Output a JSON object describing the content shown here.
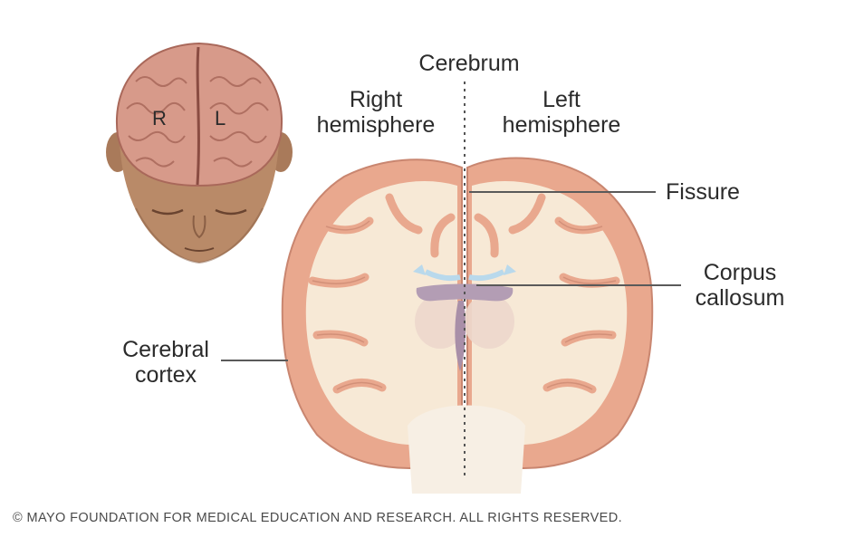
{
  "labels": {
    "cerebrum": "Cerebrum",
    "right_hemisphere": [
      "Right",
      "hemisphere"
    ],
    "left_hemisphere": [
      "Left",
      "hemisphere"
    ],
    "fissure": "Fissure",
    "corpus_callosum": [
      "Corpus",
      "callosum"
    ],
    "cerebral_cortex": [
      "Cerebral",
      "cortex"
    ],
    "head_right": "R",
    "head_left": "L"
  },
  "copyright": "© MAYO FOUNDATION FOR MEDICAL EDUCATION AND RESEARCH. ALL RIGHTS RESERVED.",
  "colors": {
    "cortex": "#e9a88e",
    "cortex_dark": "#c98670",
    "white_matter": "#f7e9d6",
    "skin": "#b98a68",
    "skin_dark": "#8a5f45",
    "brain_top": "#d79a8a",
    "callosum": "#b39db4",
    "arrow": "#b9d9ec",
    "leader_line": "#5a5a5a"
  }
}
